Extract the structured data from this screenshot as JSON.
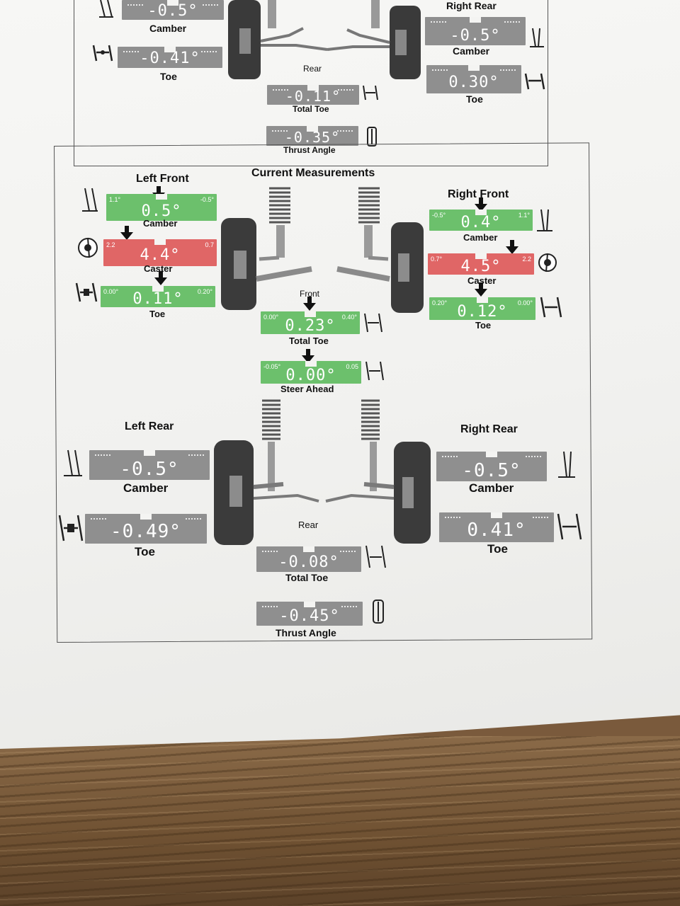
{
  "prev": {
    "right_rear": "Right Rear",
    "lr_camber": {
      "value": "-0.5°",
      "label": "Camber"
    },
    "lr_toe": {
      "value": "-0.41°",
      "label": "Toe"
    },
    "rr_camber": {
      "value": "-0.5°",
      "label": "Camber"
    },
    "rr_toe": {
      "value": "0.30°",
      "label": "Toe"
    },
    "rear": "Rear",
    "total_toe": {
      "value": "-0.11°",
      "label": "Total Toe"
    },
    "thrust": {
      "value": "-0.35°",
      "label": "Thrust Angle"
    }
  },
  "current": {
    "title": "Current Measurements",
    "left_front": "Left Front",
    "right_front": "Right Front",
    "front": "Front",
    "lf_camber": {
      "value": "0.5°",
      "label": "Camber",
      "min": "1.1°",
      "max": "-0.5°"
    },
    "lf_caster": {
      "value": "4.4°",
      "label": "Caster",
      "min": "2.2",
      "max": "0.7"
    },
    "lf_toe": {
      "value": "0.11°",
      "label": "Toe",
      "min": "0.00°",
      "max": "0.20°"
    },
    "rf_camber": {
      "value": "0.4°",
      "label": "Camber",
      "min": "-0.5°",
      "max": "1.1°"
    },
    "rf_caster": {
      "value": "4.5°",
      "label": "Caster",
      "min": "0.7°",
      "max": "2.2"
    },
    "rf_toe": {
      "value": "0.12°",
      "label": "Toe",
      "min": "0.20°",
      "max": "0.00°"
    },
    "total_toe": {
      "value": "0.23°",
      "label": "Total Toe",
      "min": "0.00°",
      "max": "0.40°"
    },
    "steer": {
      "value": "0.00°",
      "label": "Steer Ahead",
      "min": "-0.05°",
      "max": "0.05"
    },
    "left_rear": "Left Rear",
    "right_rear": "Right Rear",
    "lr_camber": {
      "value": "-0.5°",
      "label": "Camber"
    },
    "lr_toe": {
      "value": "-0.49°",
      "label": "Toe"
    },
    "rr_camber": {
      "value": "-0.5°",
      "label": "Camber"
    },
    "rr_toe": {
      "value": "0.41°",
      "label": "Toe"
    },
    "rear": "Rear",
    "rear_total_toe": {
      "value": "-0.08°",
      "label": "Total Toe"
    },
    "thrust": {
      "value": "-0.45°",
      "label": "Thrust Angle"
    }
  },
  "colors": {
    "in_spec": "#6cc06c",
    "out_of_spec": "#e06666",
    "no_spec": "#8f8f8f"
  }
}
